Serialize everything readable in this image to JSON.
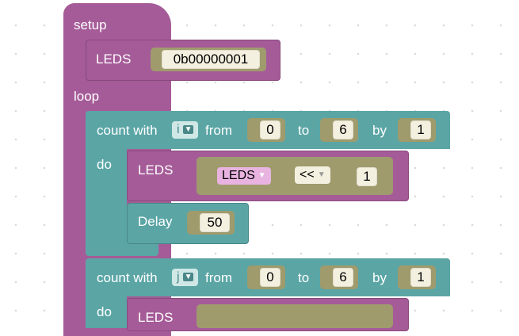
{
  "colors": {
    "proc": "#a55b98",
    "proc_dark": "#874a7c",
    "loop": "#5ba5a5",
    "loop_dark": "#4a8787",
    "math": "#5b67a5",
    "value_bg": "#9f9b6c",
    "field": "#f4f0e0"
  },
  "setup": {
    "label": "setup",
    "stmt": {
      "label": "LEDS",
      "value": "0b00000001"
    }
  },
  "loop": {
    "label": "loop",
    "for1": {
      "label": "count with",
      "var": "i",
      "from_label": "from",
      "from": "0",
      "to_label": "to",
      "to": "6",
      "by_label": "by",
      "by": "1",
      "do_label": "do",
      "assign": {
        "label": "LEDS",
        "var": "LEDS",
        "op": "<<",
        "value": "1"
      },
      "delay": {
        "label": "Delay",
        "value": "50"
      }
    },
    "for2": {
      "label": "count with",
      "var": "j",
      "from_label": "from",
      "from": "0",
      "to_label": "to",
      "to": "6",
      "by_label": "by",
      "by": "1",
      "do_label": "do",
      "assign": {
        "label": "LEDS"
      }
    }
  },
  "icons": [
    "dropdown-arrow-icon"
  ]
}
